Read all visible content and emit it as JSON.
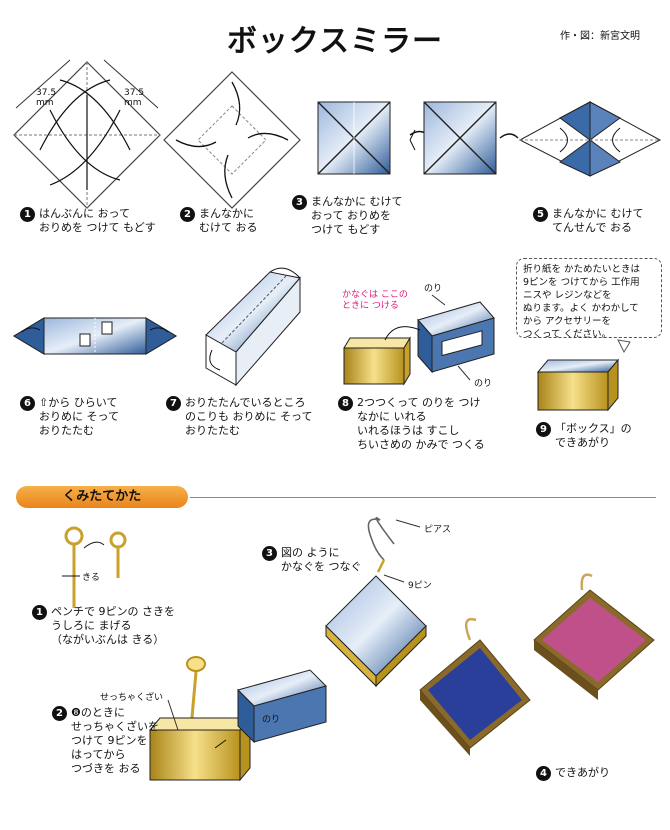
{
  "title": "ボックスミラー",
  "credit": "作・図：新宮文明",
  "dims": {
    "left": "37.5",
    "right": "37.5",
    "unit": "mm"
  },
  "steps": [
    {
      "num": "1",
      "text": "はんぶんに おって\nおりめを つけて もどす"
    },
    {
      "num": "2",
      "text": "まんなかに\nむけて おる"
    },
    {
      "num": "3",
      "text": "まんなかに むけて\nおって おりめを\nつけて もどす"
    },
    {
      "num": "5",
      "text": "まんなかに むけて\nてんせんで おる"
    },
    {
      "num": "6",
      "text": "⇧から ひらいて\nおりめに そって\nおりたたむ"
    },
    {
      "num": "7",
      "text": "おりたたんでいるところ\nのこりも おりめに そって\nおりたたむ"
    },
    {
      "num": "8",
      "text": "2つつくって のりを つけ\nなかに いれる\nいれるほうは すこし\nちいさめの かみで つくる"
    },
    {
      "num": "9",
      "text": "「ボックス」の\nできあがり"
    }
  ],
  "step8_note": "かなぐは ここの\nときに つける",
  "glue_label": "のり",
  "tip": "折り紙を かためたいときは\n9ピンを つけてから 工作用\nニスや レジンなどを\nぬります。よく かわかして\nから アクセサリーを\nつくって ください。",
  "section_title": "くみたてかた",
  "assembly": [
    {
      "num": "1",
      "text": "ペンチで 9ピンの さきを\nうしろに まげる\n（ながいぶんは きる）"
    },
    {
      "num": "2",
      "text": "❽のときに\nせっちゃくざいを\nつけて 9ピンを\nはってから\nつづきを おる"
    },
    {
      "num": "3",
      "text": "図の ように\nかなぐを つなぐ"
    },
    {
      "num": "4",
      "text": "できあがり"
    }
  ],
  "labels": {
    "cut": "きる",
    "adhesive": "せっちゃくざい",
    "piercing": "ピアス",
    "ninepin": "9ピン"
  },
  "colors": {
    "blue": "#2f5d9a",
    "gold": "#d8b23a",
    "pink": "#c0508a",
    "orange": "#f0a030",
    "magenta": "#e0197a"
  }
}
